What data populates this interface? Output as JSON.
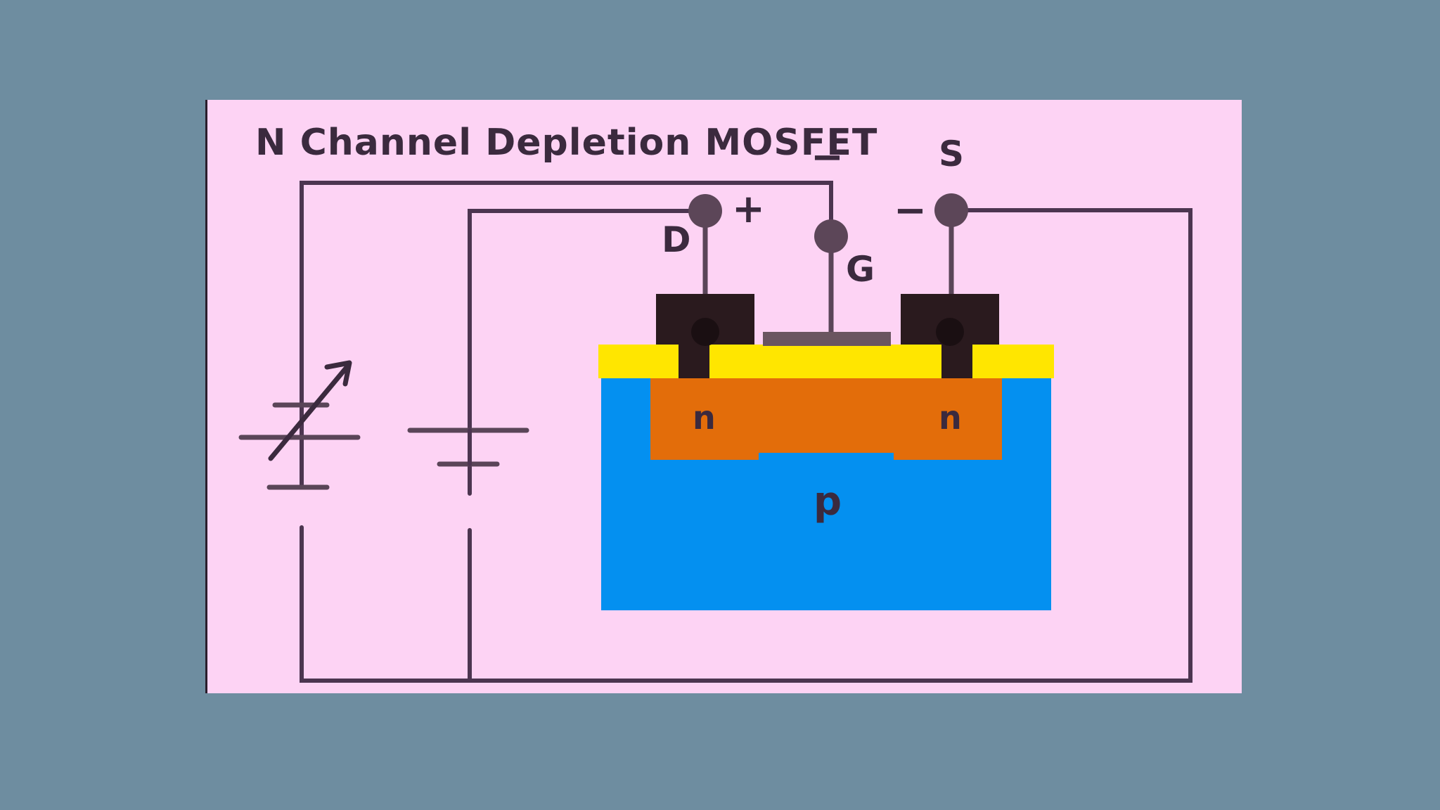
{
  "diagram": {
    "title": "N Channel Depletion MOSFET",
    "terminals": {
      "drain": "D",
      "gate": "G",
      "source": "S"
    },
    "polarity": {
      "drain_side": "+",
      "gate_side": "−",
      "source_side": "−"
    },
    "regions": {
      "drain_region": "n",
      "source_region": "n",
      "substrate": "p"
    },
    "colors": {
      "background": "#6e8da0",
      "panel": "#fdd3f4",
      "substrate": "#0490f0",
      "n_region": "#e36d0a",
      "oxide": "#ffe600",
      "metal_contact": "#2a1a1e",
      "gate_metal": "#6a5560",
      "wire": "#4c3550"
    }
  }
}
